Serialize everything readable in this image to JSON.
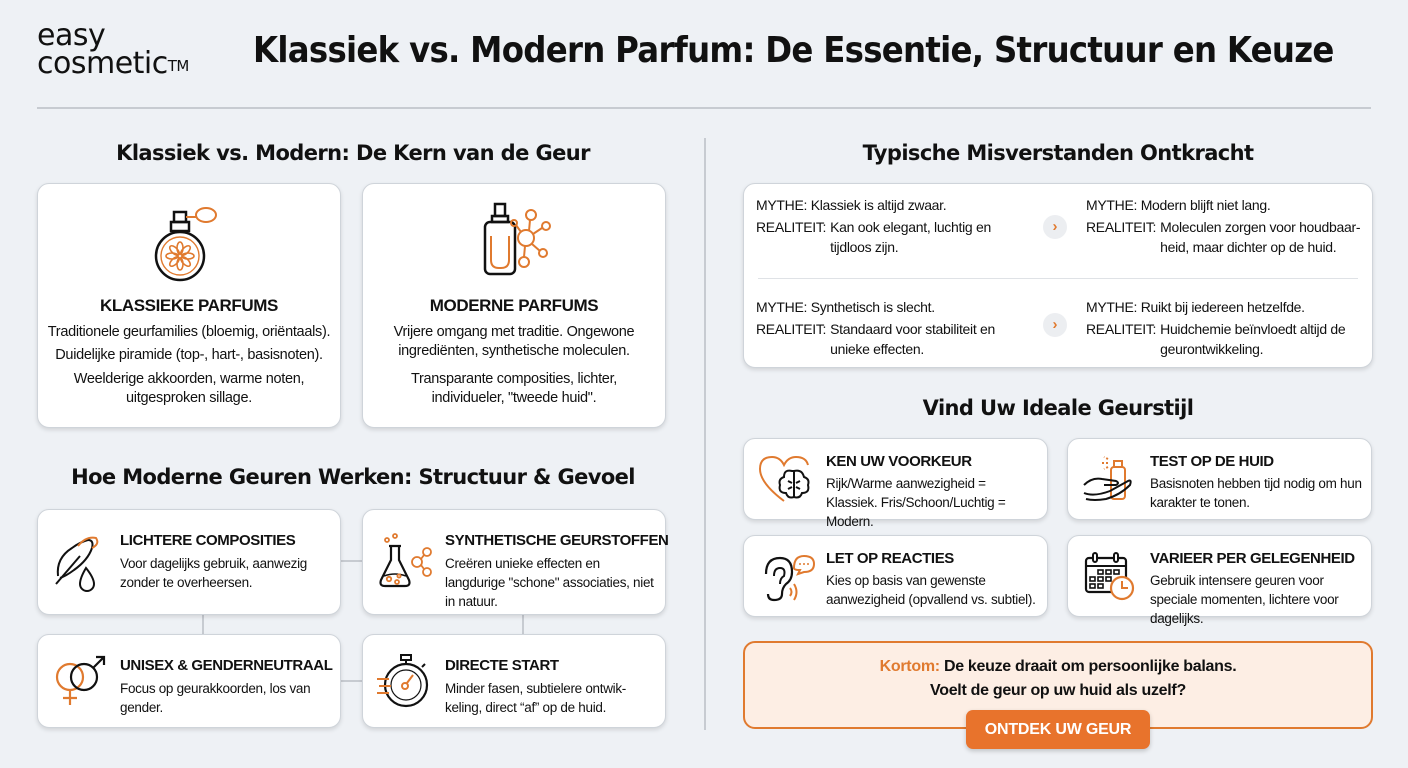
{
  "brand": {
    "name_line1": "easy",
    "name_line2": "cosmetic",
    "trademark": "TM"
  },
  "header": {
    "title": "Klassiek vs. Modern Parfum: De Essentie, Structuur en Keuze"
  },
  "colors": {
    "accent": "#e07a2f",
    "background": "#eef1f5",
    "card": "#ffffff",
    "conclusion_bg": "#fdeee4",
    "cta": "#e8732c"
  },
  "core_section": {
    "title": "Klassiek vs. Modern: De Kern van de Geur",
    "cards": [
      {
        "icon": "classic-perfume-bottle-icon",
        "title": "KLASSIEKE PARFUMS",
        "lines": [
          "Traditionele geurfamilies (bloemig, oriëntaals).",
          "Duidelijke piramide (top-, hart-, basisnoten).",
          "Weelderige akkoorden, warme noten, uitgesproken sillage."
        ]
      },
      {
        "icon": "modern-perfume-molecule-icon",
        "title": "MODERNE PARFUMS",
        "lines": [
          "Vrijere omgang met traditie. Ongewone ingrediënten, synthetische moleculen.",
          "Transparante composities, lichter, individueler, \"tweede huid\"."
        ]
      }
    ]
  },
  "structure_section": {
    "title": "Hoe Moderne Geuren Werken: Structuur & Gevoel",
    "cards": [
      {
        "icon": "feather-drop-icon",
        "title": "LICHTERE COMPOSITIES",
        "text": "Voor dagelijks gebruik, aanwezig zonder te overheersen."
      },
      {
        "icon": "flask-molecule-icon",
        "title": "SYNTHETISCHE GEURSTOFFEN",
        "text": "Creëren unieke effecten en langdurige \"schone\" associaties, niet in natuur."
      },
      {
        "icon": "gender-symbols-icon",
        "title": "UNISEX & GENDERNEUTRAAL",
        "text": "Focus op geurakkoorden, los van gender."
      },
      {
        "icon": "stopwatch-icon",
        "title": "DIRECTE START",
        "text": "Minder fasen, subtielere ontwik-keling, direct “af” op de huid."
      }
    ]
  },
  "myths_section": {
    "title": "Typische Misverstanden Ontkracht",
    "myth_label": "MYTHE:",
    "reality_label": "REALITEIT:",
    "items": [
      {
        "myth": "Klassiek is altijd zwaar.",
        "reality": "Kan ook elegant, luchtig en tijdloos zijn."
      },
      {
        "myth": "Modern blijft niet lang.",
        "reality": "Moleculen zorgen voor houdbaar-heid, maar dichter op de huid."
      },
      {
        "myth": "Synthetisch is slecht.",
        "reality": "Standaard voor stabiliteit en unieke effecten."
      },
      {
        "myth": "Ruikt bij iedereen hetzelfde.",
        "reality": "Huidchemie beïnvloedt altijd de geurontwikkeling."
      }
    ]
  },
  "style_section": {
    "title": "Vind Uw Ideale Geurstijl",
    "cards": [
      {
        "icon": "heart-brain-icon",
        "title": "KEN UW VOORKEUR",
        "text": "Rijk/Warme aanwezigheid = Klassiek. Fris/Schoon/Luchtig = Modern."
      },
      {
        "icon": "hand-spray-icon",
        "title": "TEST OP DE HUID",
        "text": "Basisnoten hebben tijd nodig om hun karakter te tonen."
      },
      {
        "icon": "ear-speech-icon",
        "title": "LET OP REACTIES",
        "text": "Kies op basis van gewenste aanwezigheid (opvallend vs. subtiel)."
      },
      {
        "icon": "calendar-clock-icon",
        "title": "VARIEER PER GELEGENHEID",
        "text": "Gebruik intensere geuren voor speciale momenten, lichtere voor dagelijks."
      }
    ]
  },
  "conclusion": {
    "label": "Kortom:",
    "line1": "De keuze draait om persoonlijke balans.",
    "line2": "Voelt de geur op uw huid als uzelf?",
    "cta": "ONTDEK UW GEUR"
  }
}
